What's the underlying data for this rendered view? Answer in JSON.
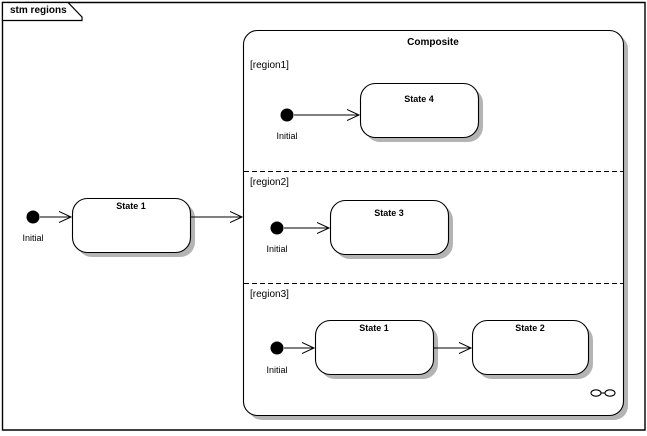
{
  "diagram": {
    "kind": "uml-state-machine",
    "frame_label": "stm regions",
    "colors": {
      "line": "#000000",
      "fill": "#ffffff",
      "shadow": "#b4b4b4",
      "text": "#000000"
    }
  },
  "outer": {
    "initial": {
      "label": "Initial"
    },
    "state1": {
      "label": "State 1"
    }
  },
  "composite": {
    "title": "Composite",
    "decomposition_icon": "hidden-decomposition-icon",
    "regions": [
      {
        "label": "[region1]",
        "initial": {
          "label": "Initial"
        },
        "states": [
          {
            "label": "State 4"
          }
        ]
      },
      {
        "label": "[region2]",
        "initial": {
          "label": "Initial"
        },
        "states": [
          {
            "label": "State 3"
          }
        ]
      },
      {
        "label": "[region3]",
        "initial": {
          "label": "Initial"
        },
        "states": [
          {
            "label": "State 1"
          },
          {
            "label": "State 2"
          }
        ]
      }
    ]
  }
}
